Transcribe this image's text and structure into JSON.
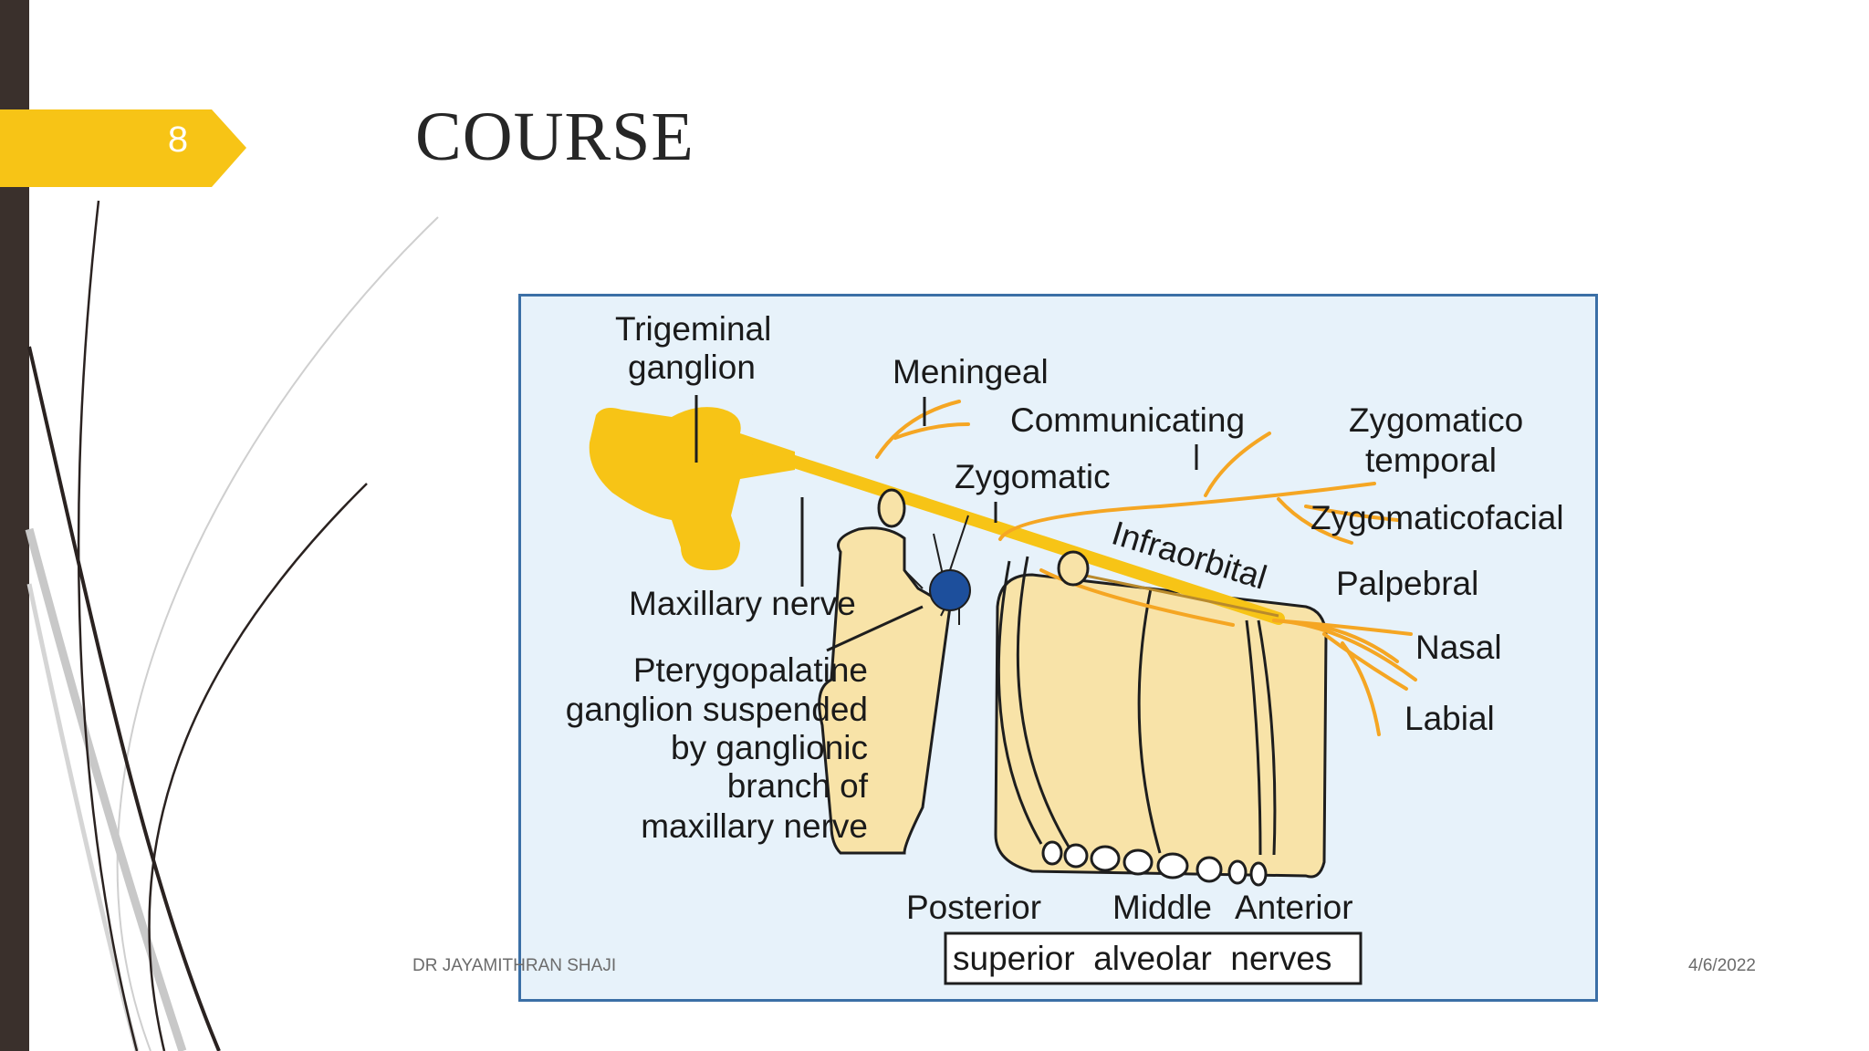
{
  "slide": {
    "number": "8",
    "title": "COURSE",
    "footer_left": "DR JAYAMITHRAN SHAJI",
    "footer_right": "4/6/2022",
    "accent_color": "#f7c416",
    "bar_color": "#3a302c"
  },
  "diagram": {
    "labels": {
      "trigeminal_1": "Trigeminal",
      "trigeminal_2": "ganglion",
      "meningeal": "Meningeal",
      "communicating": "Communicating",
      "zygomatico_1": "Zygomatico",
      "zygomatico_2": "temporal",
      "zygomatic": "Zygomatic",
      "zygomaticofacial": "Zygomaticofacial",
      "infraorbital": "Infraorbital",
      "palpebral": "Palpebral",
      "maxillary_nerve": "Maxillary nerve",
      "nasal": "Nasal",
      "ptery_1": "Pterygopalatine",
      "ptery_2": "ganglion suspended",
      "ptery_3": "by ganglionic",
      "ptery_4": "branch of",
      "ptery_5": "maxillary nerve",
      "labial": "Labial",
      "posterior": "Posterior",
      "middle": "Middle",
      "anterior": "Anterior",
      "superior_alveolar": "superior  alveolar  nerves"
    }
  }
}
